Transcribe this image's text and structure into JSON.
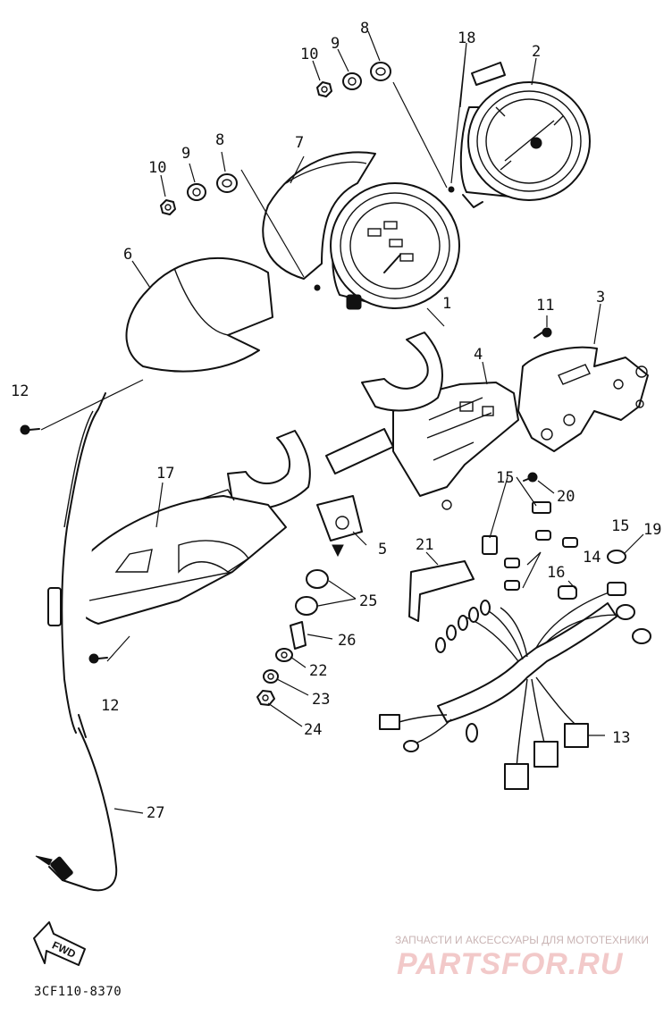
{
  "diagram": {
    "callouts": [
      "1",
      "2",
      "3",
      "4",
      "5",
      "6",
      "7",
      "8",
      "9",
      "10",
      "11",
      "12",
      "13",
      "14",
      "15",
      "16",
      "17",
      "18",
      "19",
      "20",
      "21",
      "22",
      "23",
      "24",
      "25",
      "26",
      "27"
    ],
    "part_code": "3CF110-8370",
    "fwd_label": "FWD"
  },
  "watermark": {
    "tagline": "ЗАПЧАСТИ И АКСЕССУАРЫ ДЛЯ МОТОТЕХНИКИ",
    "brand": "PARTSFOR.RU",
    "color": "#f2c9c9"
  }
}
